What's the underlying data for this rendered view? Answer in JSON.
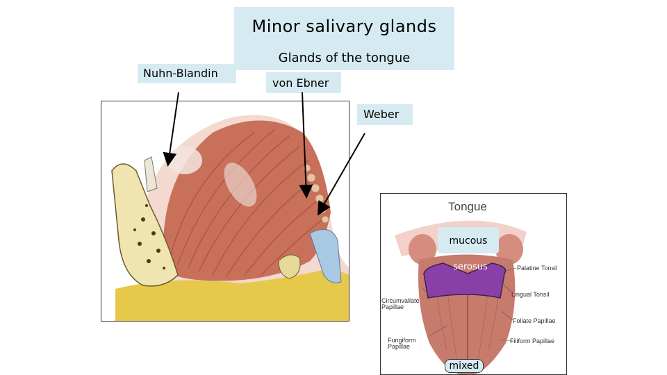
{
  "title": "Minor salivary glands",
  "subtitle": "Glands of the tongue",
  "labels": {
    "nuhn_blandin": "Nuhn-Blandin",
    "von_ebner": "von Ebner",
    "weber": "Weber"
  },
  "tongue_figure": {
    "heading": "Tongue",
    "mucous": "mucous",
    "serosus": "serosus",
    "mixed": "mixed",
    "annotations": {
      "palatine_tonsil": "Palatine Tonsil",
      "lingual_tonsil": "Lingual Tonsil",
      "circumvallate_1": "Circumvallate",
      "circumvallate_2": "Papillae",
      "foliate": "Foliate Papillae",
      "fungiform_1": "Fungiform",
      "fungiform_2": "Papillae",
      "filiform": "Filiform Papillae"
    }
  },
  "colors": {
    "label_bg": "#d6ebf1",
    "serosus": "#8a3fa7",
    "muscle": "#c8705a",
    "gland": "#e6c94a"
  }
}
